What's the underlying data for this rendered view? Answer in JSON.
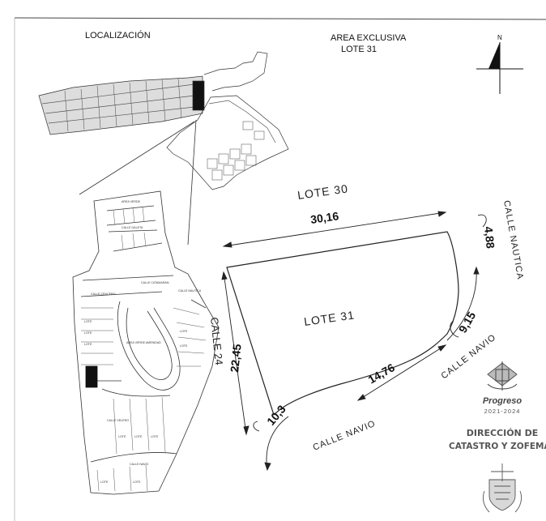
{
  "header": {
    "location_title": "LOCALIZACIÓN",
    "area_title": "AREA EXCLUSIVA",
    "lot_title": "LOTE 31",
    "north_label": "N"
  },
  "plan": {
    "lot_main": "LOTE 31",
    "lot_neighbor": "LOTE 30",
    "streets": {
      "nautica": "CALLE NAUTICA",
      "navio_right": "CALLE NAVIO",
      "navio_bottom": "CALLE NAVIO",
      "calle_24": "CALLE 24"
    },
    "dimensions": {
      "top": "30,16",
      "left": "22,45",
      "bottom": "14,76",
      "corner_bottom_left": "10,3",
      "right_lower": "9,15",
      "right_upper": "4,88"
    }
  },
  "inset_map": {
    "area_verde": "AREA VERDE",
    "area_verde_amenidad": "AREA VERDE AMENIDAD",
    "calle_galeta": "CALLE GALETA",
    "calle_catamaran": "CALLE CATAMARAN",
    "calle_crucero": "CALLE CRUCERO",
    "calle_velero": "CALLE VELERO",
    "calle_nautica": "CALLE NAUTICA",
    "calle_navio": "CALLE NAVIO",
    "lote": "LOTE"
  },
  "stamp": {
    "city": "Progreso",
    "years": "2021-2024",
    "dept_line1": "DIRECCIÓN DE",
    "dept_line2": "CATASTRO Y ZOFEMAT"
  },
  "colors": {
    "ink": "#2a2a2a",
    "stamp_ink": "#555555"
  }
}
